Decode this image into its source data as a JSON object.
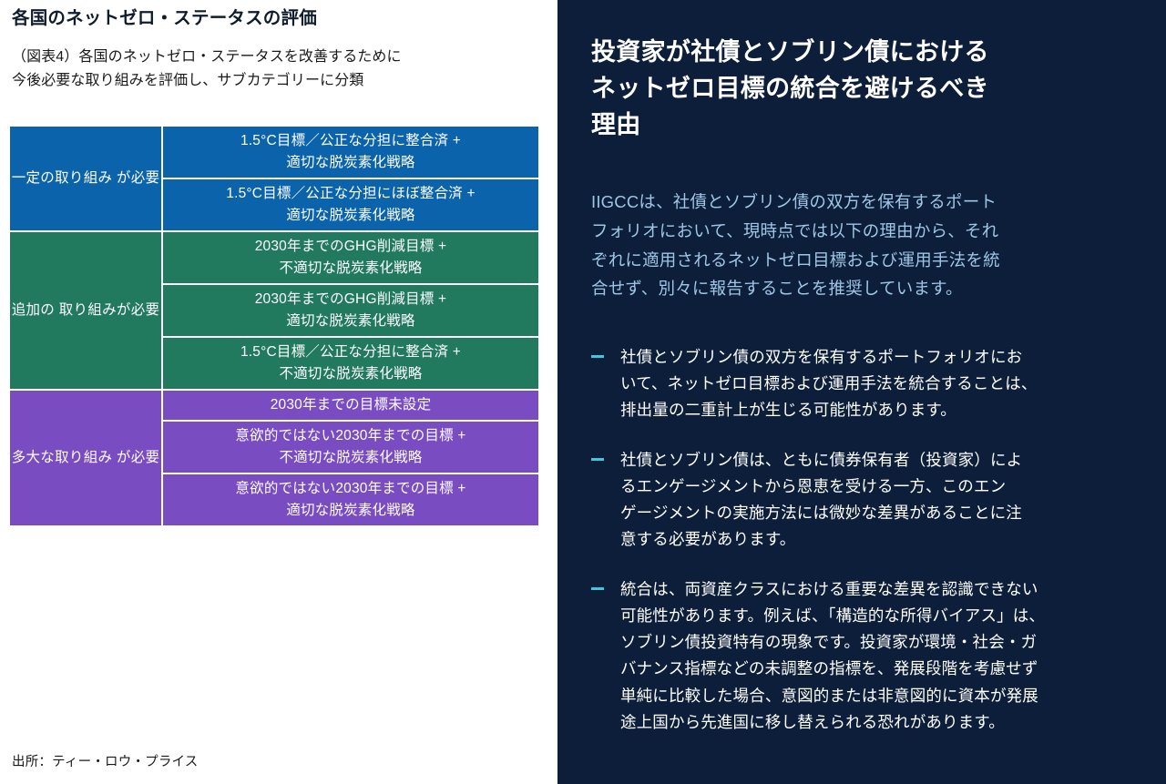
{
  "exhibit": {
    "title": "各国のネットゼロ・ステータスの評価",
    "subtitle_lines": [
      "（図表4）各国のネットゼロ・ステータスを改善するために",
      "今後必要な取り組みを評価し、サブカテゴリーに分類"
    ],
    "source_note": "出所：ティー・ロウ・プライス",
    "colors": {
      "blue": "#0b63ab",
      "green": "#217a5d",
      "purple": "#7a4cc2",
      "navy": "#0c1e39",
      "accent_cyan": "#3ec8dc",
      "intro_text": "#9fc6e6"
    },
    "bands": [
      {
        "label_lines": [
          "一定の取り組み",
          "が必要"
        ],
        "label": "一定の取り組みが必要",
        "color": "#0b63ab",
        "rows": [
          {
            "lines": [
              "1.5°C目標／公正な分担に整合済 +",
              "適切な脱炭素化戦略"
            ]
          },
          {
            "lines": [
              "1.5°C目標／公正な分担にほぼ整合済 +",
              "適切な脱炭素化戦略"
            ]
          }
        ]
      },
      {
        "label_lines": [
          "追加の",
          "取り組みが必要"
        ],
        "label": "追加の取り組みが必要",
        "color": "#217a5d",
        "rows": [
          {
            "lines": [
              "2030年までのGHG削減目標 +",
              "不適切な脱炭素化戦略"
            ]
          },
          {
            "lines": [
              "2030年までのGHG削減目標 +",
              "適切な脱炭素化戦略"
            ]
          },
          {
            "lines": [
              "1.5°C目標／公正な分担に整合済 +",
              "不適切な脱炭素化戦略"
            ]
          }
        ]
      },
      {
        "label_lines": [
          "多大な取り組み",
          "が必要"
        ],
        "label": "多大な取り組みが必要",
        "color": "#7a4cc2",
        "rows": [
          {
            "lines": [
              "2030年までの目標未設定"
            ]
          },
          {
            "lines": [
              "意欲的ではない2030年までの目標 +",
              "不適切な脱炭素化戦略"
            ]
          },
          {
            "lines": [
              "意欲的ではない2030年までの目標 +",
              "適切な脱炭素化戦略"
            ]
          }
        ]
      }
    ]
  },
  "callout": {
    "heading_lines": [
      "投資家が社債とソブリン債における",
      "ネットゼロ目標の統合を避けるべき",
      "理由"
    ],
    "heading": "投資家が社債とソブリン債におけるネットゼロ目標の統合を避けるべき理由",
    "intro_lines": [
      "IIGCCは、社債とソブリン債の双方を保有するポート",
      "フォリオにおいて、現時点では以下の理由から、それ",
      "ぞれに適用されるネットゼロ目標および運用手法を統",
      "合せず、別々に報告することを推奨しています。"
    ],
    "bullets": [
      {
        "lines": [
          "社債とソブリン債の双方を保有するポートフォリオにお",
          "いて、ネットゼロ目標および運用手法を統合することは、",
          "排出量の二重計上が生じる可能性があります。"
        ]
      },
      {
        "lines": [
          "社債とソブリン債は、ともに債券保有者（投資家）によ",
          "るエンゲージメントから恩恵を受ける一方、このエン",
          "ゲージメントの実施方法には微妙な差異があることに注",
          "意する必要があります。"
        ]
      },
      {
        "lines": [
          "統合は、両資産クラスにおける重要な差異を認識できない",
          "可能性があります。例えば、「構造的な所得バイアス」は、",
          "ソブリン債投資特有の現象です。投資家が環境・社会・ガ",
          "バナンス指標などの未調整の指標を、発展段階を考慮せず",
          "単純に比較した場合、意図的または非意図的に資本が発展",
          "途上国から先進国に移し替えられる恐れがあります。"
        ]
      }
    ]
  }
}
